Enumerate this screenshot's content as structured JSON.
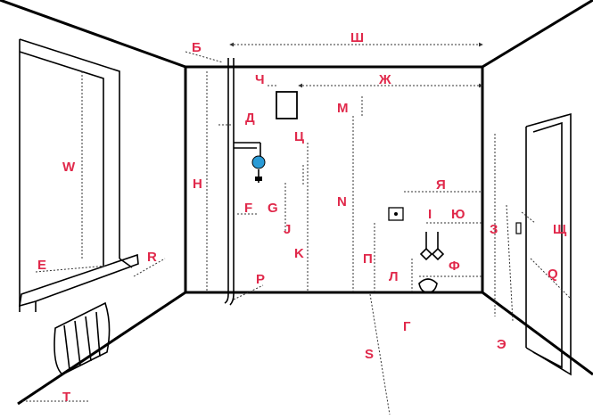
{
  "labels": {
    "B": "Б",
    "SH": "Ш",
    "CH": "Ч",
    "ZH": "Ж",
    "D": "Д",
    "M": "М",
    "TS": "Ц",
    "W": "W",
    "H": "H",
    "N": "N",
    "YA": "Я",
    "F": "F",
    "G": "G",
    "I": "I",
    "YU": "Ю",
    "J": "J",
    "Z": "З",
    "SHCH": "Щ",
    "K": "K",
    "P_cyr": "П",
    "E": "E",
    "R": "R",
    "L_cyr": "Л",
    "EF": "Ф",
    "Q": "Q",
    "P": "P",
    "GE": "Г",
    "EH": "Э",
    "S": "S",
    "T": "T"
  },
  "colors": {
    "label": "#e0284a",
    "line": "#000000",
    "dimension": "#333333",
    "accent": "#2a9bd6"
  }
}
